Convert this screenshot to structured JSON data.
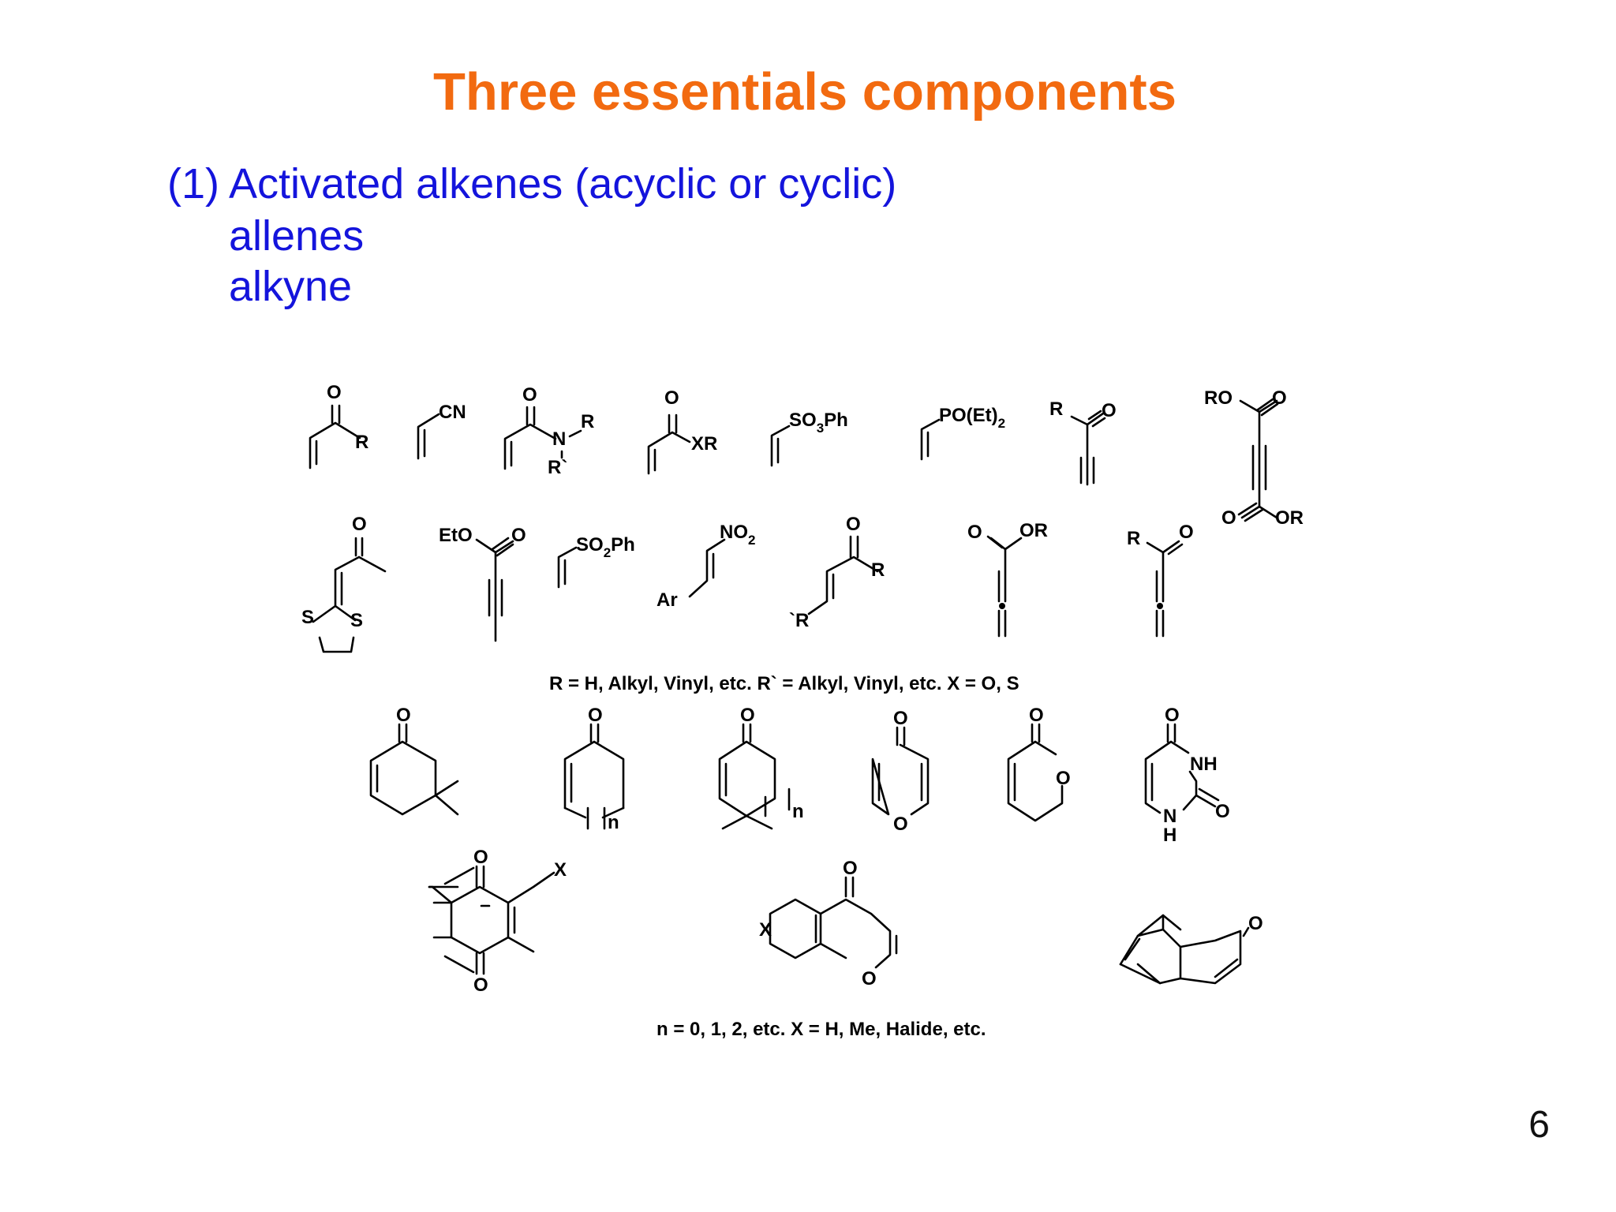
{
  "slide": {
    "title": "Three essentials components",
    "subtitle": {
      "line1": "(1) Activated alkenes (acyclic or  cyclic)",
      "line2": "allenes",
      "line3": "alkyne"
    },
    "page_number": "6"
  },
  "figure": {
    "footnote_1": "R = H, Alkyl, Vinyl, etc. R` = Alkyl, Vinyl, etc. X  = O, S",
    "footnote_2": "n = 0, 1, 2, etc.  X = H, Me, Halide, etc.",
    "atoms": {
      "o": "O",
      "r": "R",
      "cn": "CN",
      "n": "N",
      "rp": "R`",
      "xr": "XR",
      "so3ph_a": "SO",
      "so3ph_sub": "3",
      "so3ph_b": "Ph",
      "poet_a": "PO(Et)",
      "poet_sub": "2",
      "ro": "RO",
      "or": "OR",
      "s": "S",
      "eto": "EtO",
      "so2ph_a": "SO",
      "so2ph_sub": "2",
      "so2ph_b": "Ph",
      "no2_a": "NO",
      "no2_sub": "2",
      "ar": "Ar",
      "br": "`R",
      "nsub": "n",
      "nh": "NH",
      "h": "H",
      "x": "X"
    }
  }
}
